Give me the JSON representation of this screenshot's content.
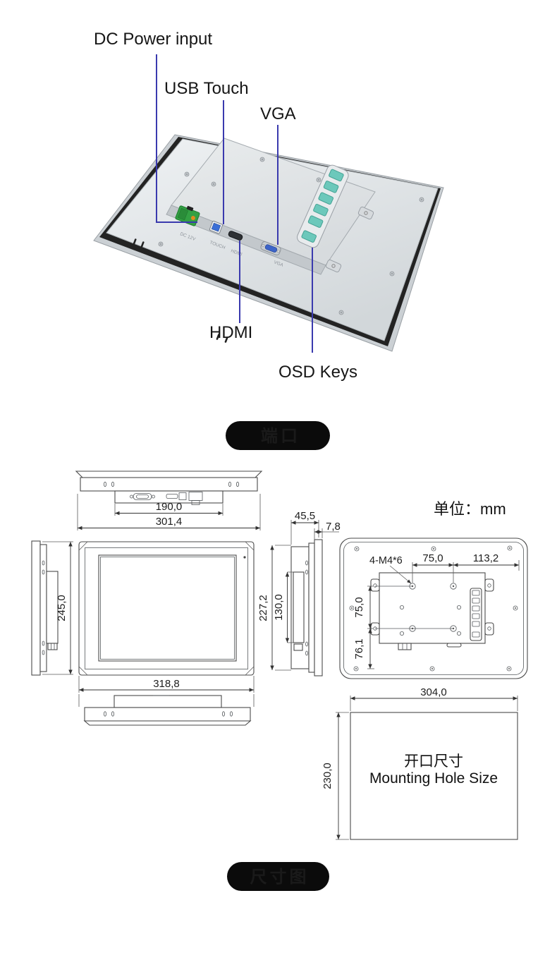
{
  "colors": {
    "leader_line": "#3a3aae",
    "badge_bg": "#0b0b0b",
    "badge_text": "#157efb",
    "drawing_line": "#4a4a4a",
    "osd_button": "#6cc8bb",
    "dc_terminal_green": "#33a043",
    "usb_port_blue": "#3b6fd6",
    "vga_port_blue": "#3c64c8",
    "device_body_gray": "#e2e6e9"
  },
  "hero": {
    "labels": {
      "dc": "DC Power input",
      "usb": "USB Touch",
      "vga": "VGA",
      "hdmi": "HDMI",
      "osd": "OSD Keys"
    },
    "engravings": {
      "dc": "DC 12V",
      "touch": "TOUCH",
      "hdmi": "HDMI",
      "vga": "VGA"
    }
  },
  "badges": {
    "ports": "端口",
    "dimensions": "尺寸图"
  },
  "unit_label": "单位：mm",
  "drawings": {
    "top_view": {
      "inner_width": "190,0",
      "outer_width": "301,4"
    },
    "front_view": {
      "width": "318,8",
      "height": "245,0"
    },
    "side_view": {
      "depth": "45,5",
      "bezel": "7,8",
      "height": "227,2",
      "box_height": "130,0"
    },
    "rear_view": {
      "screw_spec": "4-M4*6",
      "hole_span": "75,0",
      "right_span": "113,2",
      "vesa_vertical": "75,0",
      "bottom_span": "76,1"
    },
    "mounting_hole": {
      "width": "304,0",
      "height": "230,0",
      "label_cn": "开口尺寸",
      "label_en": "Mounting Hole Size"
    }
  }
}
